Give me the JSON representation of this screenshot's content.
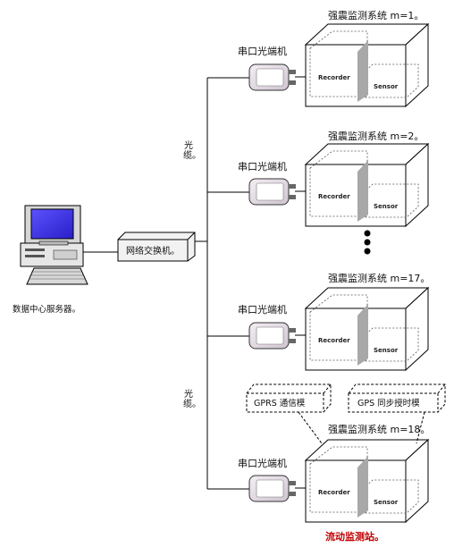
{
  "server_label": "数据中心服务器。",
  "switch_label": "网络交换机。",
  "fiber_label_top": "光缆。",
  "fiber_label_bottom": "光缆。",
  "dots": "●\n●\n●",
  "stations": [
    {
      "title": "强震监测系统  m=1。",
      "converter": "串口光端机",
      "recorder": "Recorder",
      "sensor": "Sensor"
    },
    {
      "title": "强震监测系统  m=2。",
      "converter": "串口光端机",
      "recorder": "Recorder",
      "sensor": "Sensor"
    },
    {
      "title": "强震监测系统  m=17。",
      "converter": "串口光端机",
      "recorder": "Recorder",
      "sensor": "Sensor"
    },
    {
      "title": "强震监测系统  m=18。",
      "converter": "串口光端机",
      "recorder": "Recorder",
      "sensor": "Sensor"
    }
  ],
  "gprs_module": "GPRS   通信模",
  "gps_module": "GPS   同步授时模",
  "mobile_station": "流动监测站。",
  "colors": {
    "screen": "#3a2fe0",
    "mobile_label": "#c00000",
    "line": "#000000"
  }
}
